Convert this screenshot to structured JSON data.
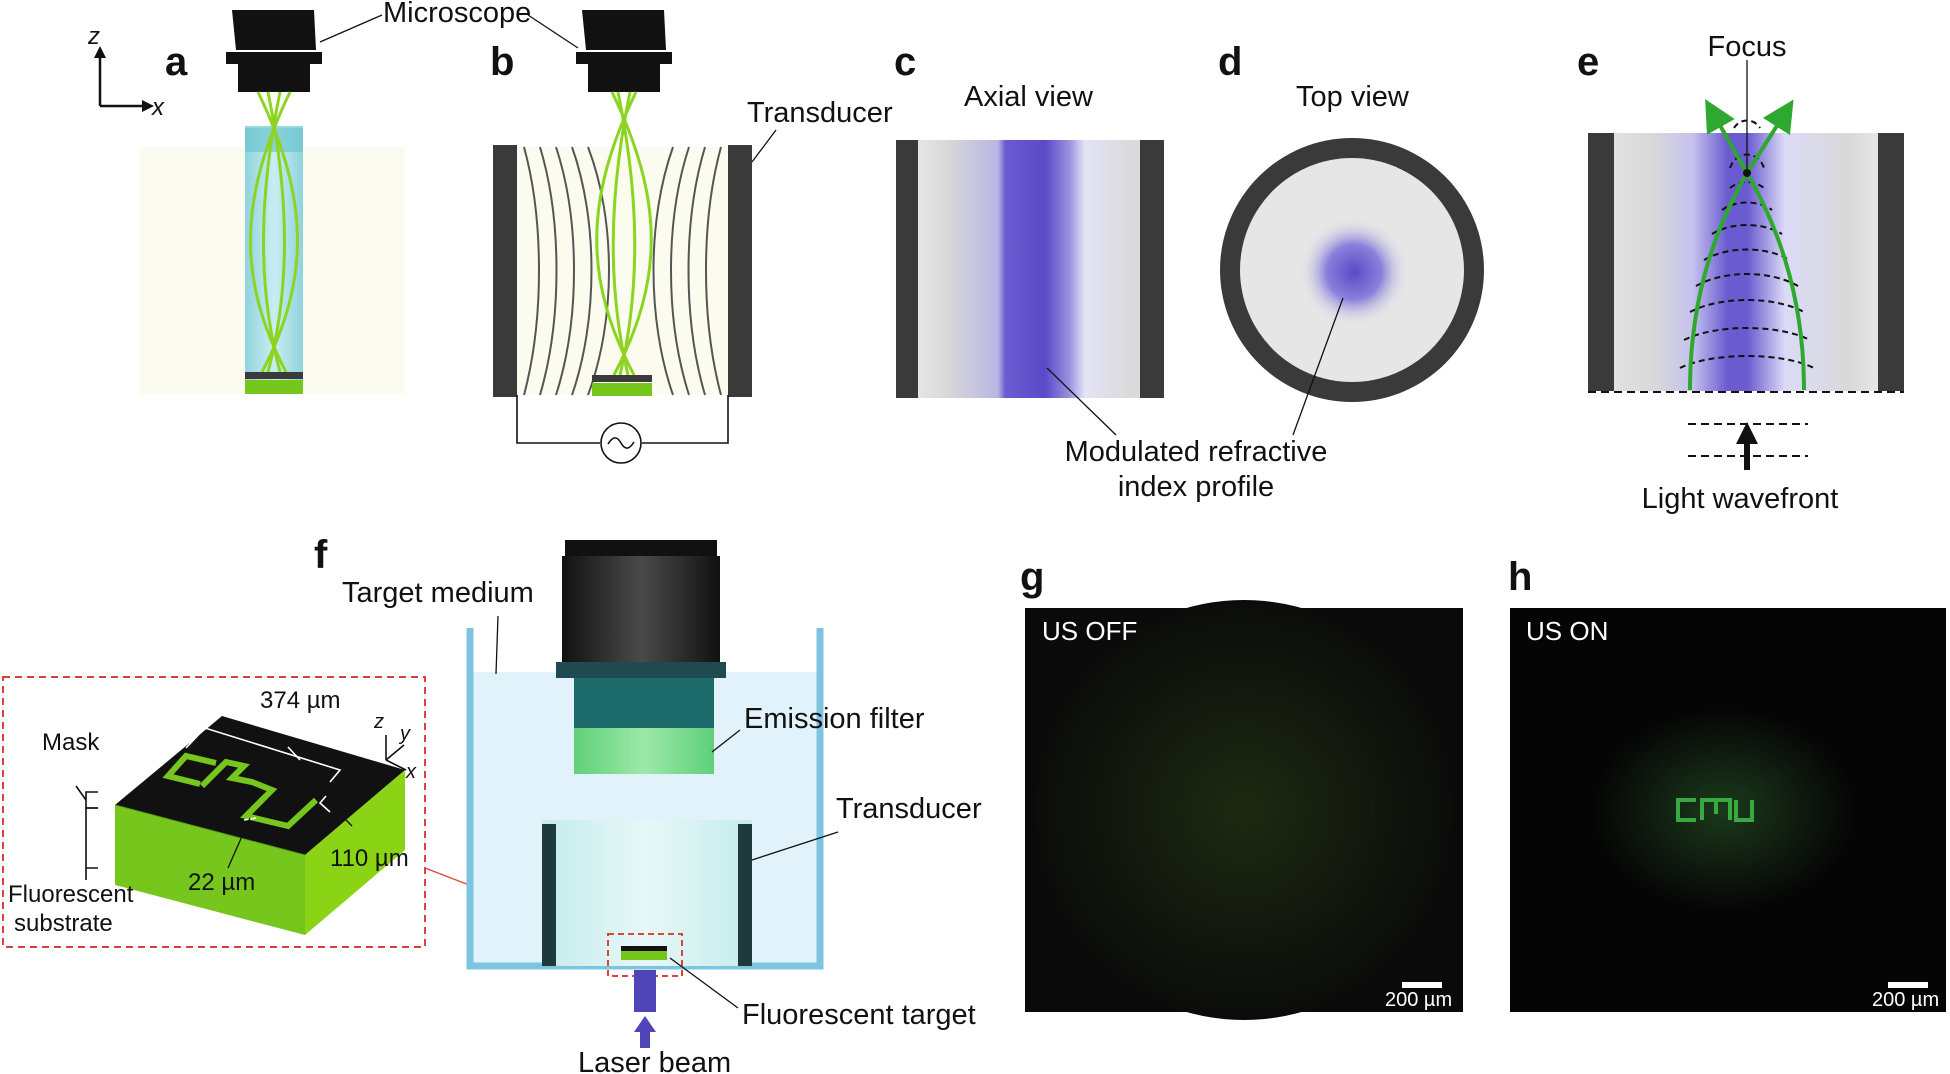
{
  "panels": {
    "a": "a",
    "b": "b",
    "c": "c",
    "d": "d",
    "e": "e",
    "f": "f",
    "g": "g",
    "h": "h"
  },
  "axes_top": {
    "z": "z",
    "x": "x"
  },
  "labels": {
    "microscope": "Microscope",
    "transducer_b": "Transducer",
    "axial_view": "Axial view",
    "top_view": "Top view",
    "modulated_1": "Modulated refractive",
    "modulated_2": "index profile",
    "focus": "Focus",
    "light_wavefront": "Light wavefront",
    "target_medium": "Target medium",
    "emission_filter": "Emission filter",
    "transducer_f": "Transducer",
    "fluorescent_target": "Fluorescent target",
    "laser_beam": "Laser beam"
  },
  "inset": {
    "mask": "Mask",
    "fluorescent_1": "Fluorescent",
    "fluorescent_2": "substrate",
    "dim_374": "374 µm",
    "dim_22": "22 µm",
    "dim_110": "110 µm",
    "axis_z": "z",
    "axis_y": "y",
    "axis_x": "x",
    "logo_text": "CMU"
  },
  "micrographs": {
    "g_label": "US OFF",
    "h_label": "US ON",
    "g_scale": "200 µm",
    "h_scale": "200 µm",
    "h_logo_text": "CMU"
  },
  "colors": {
    "green": "#77c61e",
    "blue_violet": "#5a4ac8",
    "transducer": "#3a3a3a",
    "water": "#e2f2fa"
  }
}
